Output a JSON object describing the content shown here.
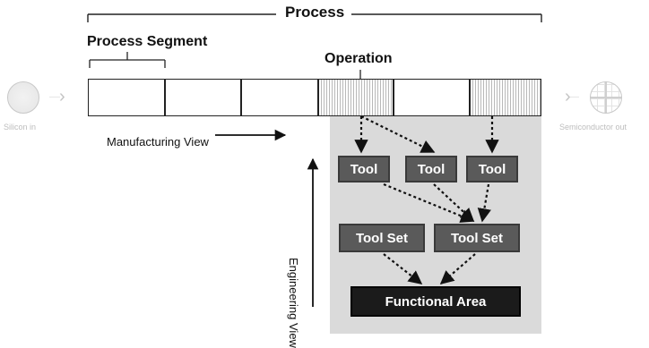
{
  "labels": {
    "process": "Process",
    "process_segment": "Process Segment",
    "operation": "Operation",
    "manufacturing_view": "Manufacturing View",
    "engineering_view": "Engineering View",
    "silicon_in": "Silicon in",
    "semiconductor_out": "Semiconductor out"
  },
  "nodes": {
    "tools": [
      "Tool",
      "Tool",
      "Tool"
    ],
    "tool_sets": [
      "Tool Set",
      "Tool Set"
    ],
    "functional_area": "Functional Area"
  },
  "colors": {
    "shaded_region": "#dadada",
    "tool_fill": "#5a5a5a",
    "functional_area_fill": "#1b1b1b"
  }
}
